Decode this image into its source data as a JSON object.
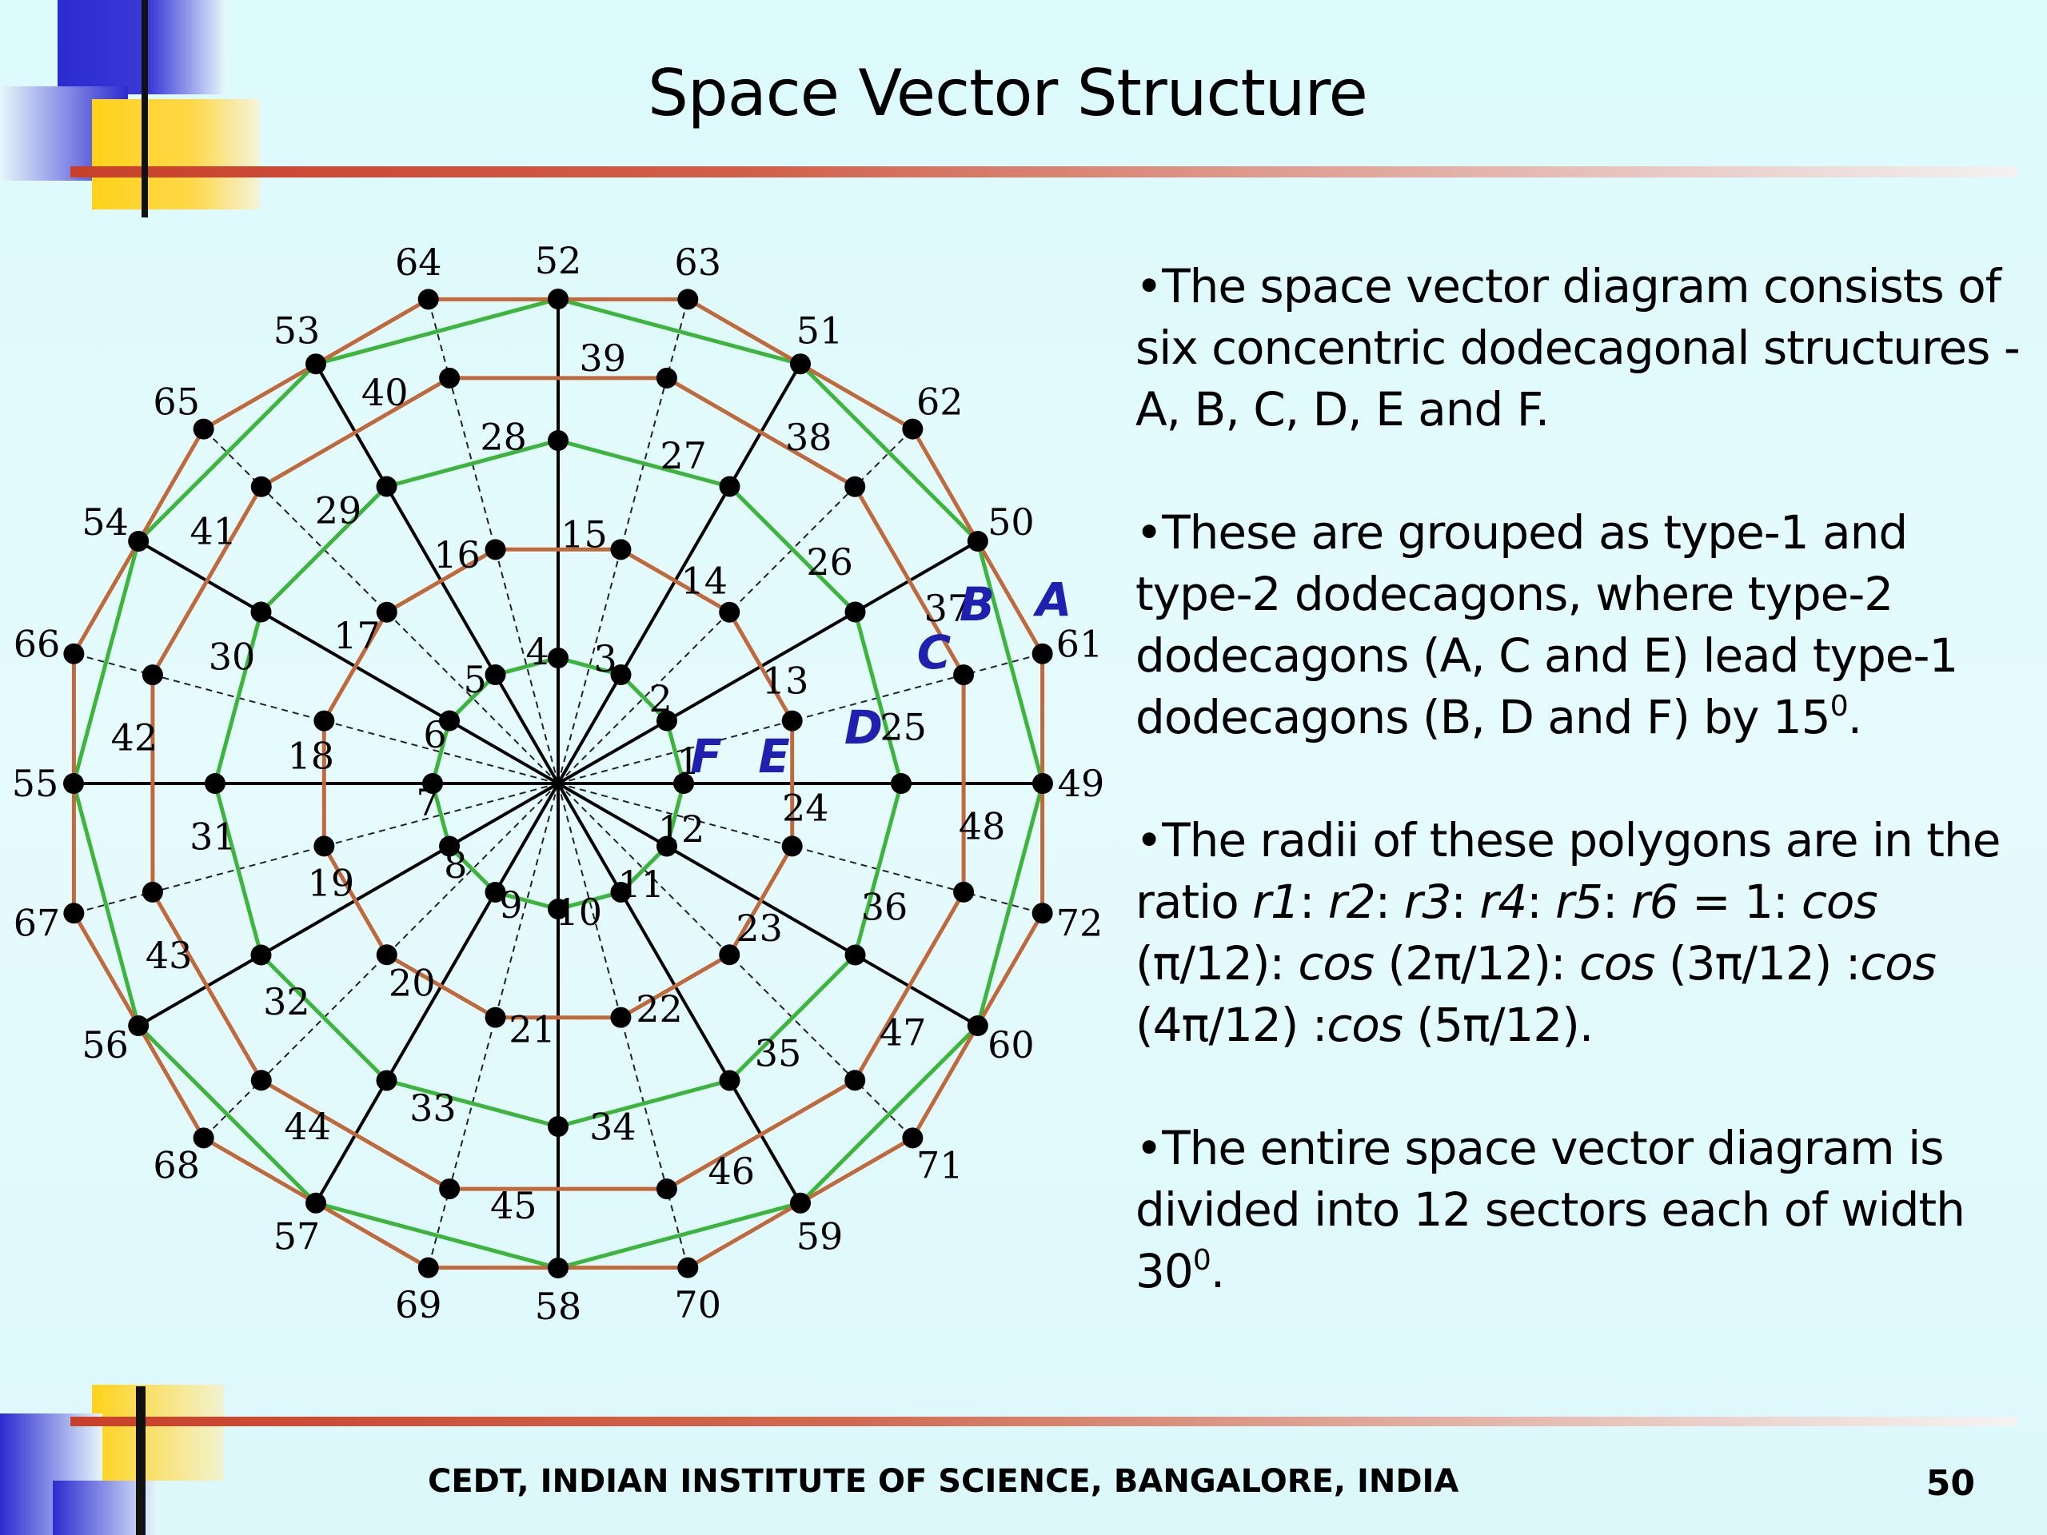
{
  "slide": {
    "title": "Space Vector Structure",
    "footer": "CEDT, INDIAN INSTITUTE OF SCIENCE, BANGALORE, INDIA",
    "page_number": "50"
  },
  "text": {
    "p1": "•The space vector diagram consists of six concentric dodecagonal structures - A, B, C, D, E and F.",
    "p2_main": "•These are grouped as type-1 and type-2 dodecagons, where type-2 dodecagons (A, C and E) lead type-1 dodecagons (B, D and F) by 15",
    "p2_sup": "0",
    "p2_end": ".",
    "p3_lead": "•The radii of these polygons are in the ratio ",
    "p3_r1": "r1",
    "p3_s1": ": ",
    "p3_r2": "r2",
    "p3_s2": ": ",
    "p3_r3": "r3",
    "p3_s3": ": ",
    "p3_r4": "r4",
    "p3_s4": ": ",
    "p3_r5": "r5",
    "p3_s5": ": ",
    "p3_r6": "r6",
    "p3_eq": " = 1: ",
    "p3_cos1": "cos",
    "p3_a1": " (π/12): ",
    "p3_cos2": "cos",
    "p3_a2": " (2π/12): ",
    "p3_cos3": "cos",
    "p3_a3": " (3π/12) :",
    "p3_cos4": "cos",
    "p3_a4": " (4π/12) :",
    "p3_cos5": "cos",
    "p3_a5": " (5π/12).",
    "p4_main": "•The entire space vector diagram is divided into 12 sectors each of width 30",
    "p4_sup": "0",
    "p4_end": "."
  },
  "diagram": {
    "dodecagon_labels": [
      "A",
      "B",
      "C",
      "D",
      "E",
      "F"
    ],
    "vertex_labels_F": [
      "1",
      "2",
      "3",
      "4",
      "5",
      "6",
      "7",
      "8",
      "9",
      "10",
      "11",
      "12"
    ],
    "vertex_labels_E": [
      "13",
      "14",
      "15",
      "16",
      "17",
      "18",
      "19",
      "20",
      "21",
      "22",
      "23",
      "24"
    ],
    "vertex_labels_D": [
      "25",
      "26",
      "27",
      "28",
      "29",
      "30",
      "31",
      "32",
      "33",
      "34",
      "35",
      "36"
    ],
    "vertex_labels_C": [
      "37",
      "38",
      "39",
      "40",
      "41",
      "42",
      "43",
      "44",
      "45",
      "46",
      "47",
      "48"
    ],
    "vertex_labels_B": [
      "49",
      "50",
      "51",
      "52",
      "53",
      "54",
      "55",
      "56",
      "57",
      "58",
      "59",
      "60"
    ],
    "vertex_labels_A": [
      "61",
      "62",
      "63",
      "64",
      "65",
      "66",
      "67",
      "68",
      "69",
      "70",
      "71",
      "72"
    ],
    "colors": {
      "type1_polygon": "#3cb53c",
      "type2_polygon": "#c0693c",
      "spoke": "#000000",
      "dodecagon_label": "#1f1fb0",
      "footer_line": "#c84a2c"
    }
  }
}
